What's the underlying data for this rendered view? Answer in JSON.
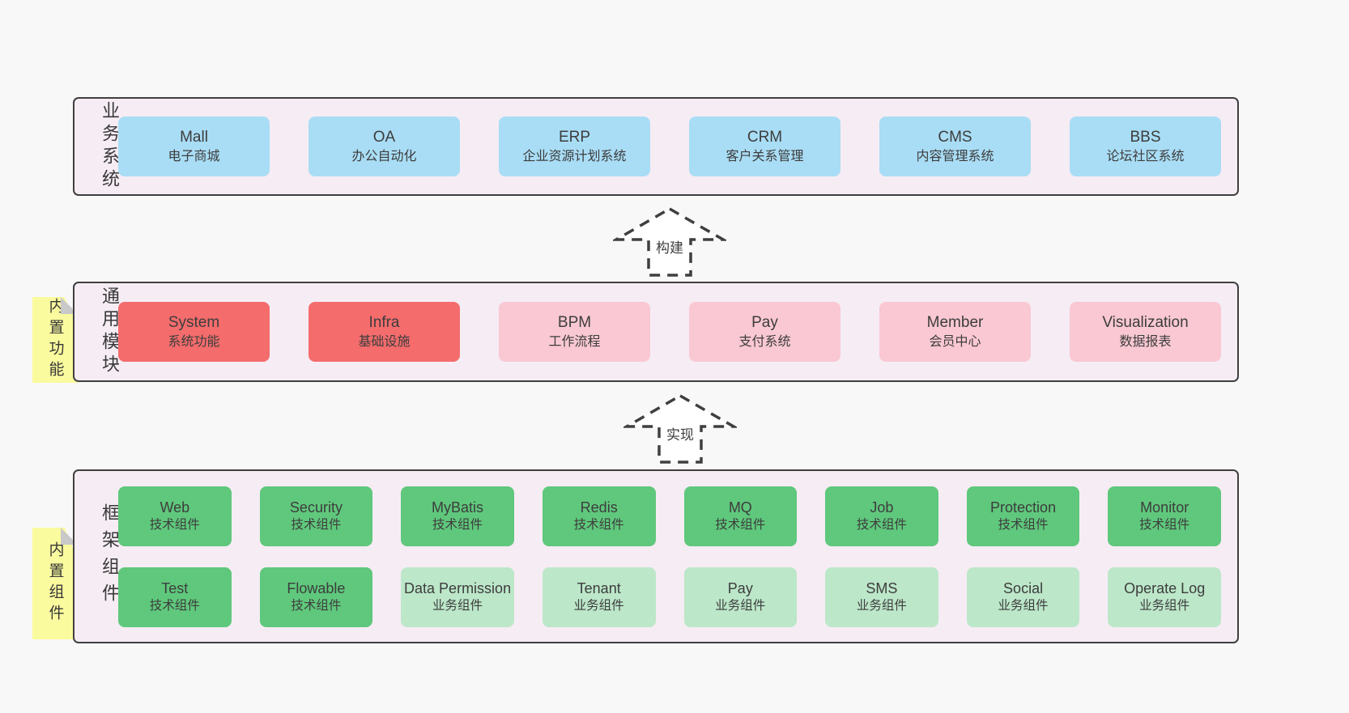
{
  "colors": {
    "page_bg": "#f8f8f8",
    "panel_bg": "#f6ecf4",
    "panel_border": "#3f3f3f",
    "blue_box": "#a9ddf5",
    "red_box": "#f46c6c",
    "pink_box": "#f9c8d3",
    "green_box": "#5fc87c",
    "light_green_box": "#bce7c9",
    "sticky_yellow": "#fafa9e",
    "sticky_fold": "#c9c9c9",
    "text": "#3d3d3d"
  },
  "row_business": {
    "label": "业务系统",
    "boxes": [
      {
        "name": "Mall",
        "desc": "电子商城"
      },
      {
        "name": "OA",
        "desc": "办公自动化"
      },
      {
        "name": "ERP",
        "desc": "企业资源计划系统"
      },
      {
        "name": "CRM",
        "desc": "客户关系管理"
      },
      {
        "name": "CMS",
        "desc": "内容管理系统"
      },
      {
        "name": "BBS",
        "desc": "论坛社区系统"
      }
    ]
  },
  "arrow_build": {
    "label": "构建"
  },
  "row_modules": {
    "label": "通用模块",
    "sticky": "内置功能",
    "boxes": [
      {
        "name": "System",
        "desc": "系统功能"
      },
      {
        "name": "Infra",
        "desc": "基础设施"
      },
      {
        "name": "BPM",
        "desc": "工作流程"
      },
      {
        "name": "Pay",
        "desc": "支付系统"
      },
      {
        "name": "Member",
        "desc": "会员中心"
      },
      {
        "name": "Visualization",
        "desc": "数据报表"
      }
    ]
  },
  "arrow_implement": {
    "label": "实现"
  },
  "row_framework": {
    "label": "框架组件",
    "sticky": "内置组件",
    "row1": [
      {
        "name": "Web",
        "desc": "技术组件"
      },
      {
        "name": "Security",
        "desc": "技术组件"
      },
      {
        "name": "MyBatis",
        "desc": "技术组件"
      },
      {
        "name": "Redis",
        "desc": "技术组件"
      },
      {
        "name": "MQ",
        "desc": "技术组件"
      },
      {
        "name": "Job",
        "desc": "技术组件"
      },
      {
        "name": "Protection",
        "desc": "技术组件"
      },
      {
        "name": "Monitor",
        "desc": "技术组件"
      }
    ],
    "row2": [
      {
        "name": "Test",
        "desc": "技术组件"
      },
      {
        "name": "Flowable",
        "desc": "技术组件"
      },
      {
        "name": "Data Permission",
        "desc": "业务组件"
      },
      {
        "name": "Tenant",
        "desc": "业务组件"
      },
      {
        "name": "Pay",
        "desc": "业务组件"
      },
      {
        "name": "SMS",
        "desc": "业务组件"
      },
      {
        "name": "Social",
        "desc": "业务组件"
      },
      {
        "name": "Operate Log",
        "desc": "业务组件"
      }
    ]
  }
}
